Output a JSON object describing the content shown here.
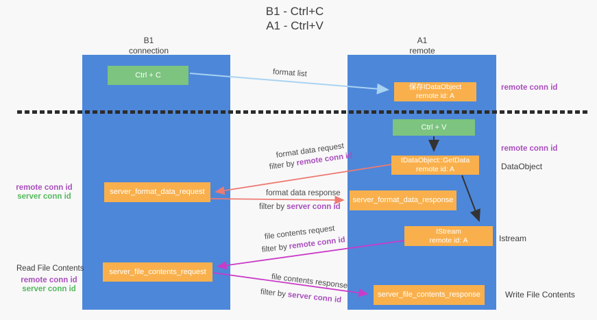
{
  "title": {
    "line1": "B1 - Ctrl+C",
    "line2": "A1 - Ctrl+V"
  },
  "columns": {
    "left": {
      "name": "B1",
      "role": "connection"
    },
    "right": {
      "name": "A1",
      "role": "remote"
    }
  },
  "boxes": {
    "ctrl_c": {
      "label": "Ctrl + C"
    },
    "ctrl_v": {
      "label": "Ctrl + V"
    },
    "save_idataobject": {
      "line1": "保存IDataObject",
      "line2": "remote id: A"
    },
    "getdata": {
      "line1": "IDataObject::GetData",
      "line2": "remote id: A"
    },
    "istream": {
      "line1": "IStream",
      "line2": "remote id: A"
    },
    "format_request": {
      "label": "server_format_data_request"
    },
    "format_response": {
      "label": "server_format_data_response"
    },
    "file_request": {
      "label": "server_file_contents_request"
    },
    "file_response": {
      "label": "server_file_contents_response"
    }
  },
  "labels": {
    "filter_by": "filter by",
    "remote_conn_id": "remote conn id",
    "server_conn_id": "server conn id",
    "format_list": "format list",
    "format_data_request": "format data request",
    "format_data_response": "format data response",
    "file_contents_request": "file contents request",
    "file_contents_response": "file contents response",
    "read_file_contents": "Read File Contents",
    "write_file_contents": "Write File Contents",
    "dataobject": "DataObject",
    "istream": "Istream"
  },
  "colors": {
    "column_blue": "#4d87d9",
    "box_orange": "#f9b04c",
    "box_green": "#7cc47f",
    "purple_text": "#a94fbe",
    "green_text": "#53b95e",
    "arrow_red": "#ee7a72",
    "arrow_magenta": "#ca3bc8",
    "arrow_lightblue": "#a9d3f2",
    "arrow_black": "#333333"
  }
}
